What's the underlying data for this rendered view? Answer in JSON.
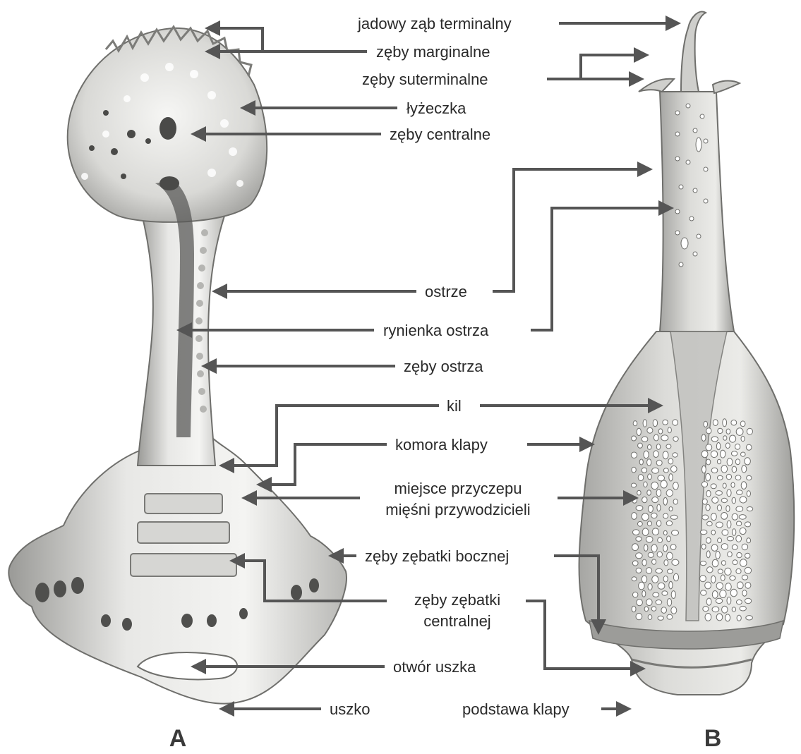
{
  "panels": {
    "a": "A",
    "b": "B"
  },
  "labels": {
    "jadowy_zab": "jadowy ząb terminalny",
    "zeby_marginalne": "zęby marginalne",
    "zeby_suterminalne": "zęby suterminalne",
    "lyzeczka": "łyżeczka",
    "zeby_centralne": "zęby centralne",
    "ostrze": "ostrze",
    "rynienka": "rynienka ostrza",
    "zeby_ostrza": "zęby ostrza",
    "kil": "kil",
    "komora": "komora klapy",
    "miejsce_1": "miejsce przyczepu",
    "miejsce_2": "mięśni przywodzicieli",
    "zebatki_bocznej": "zęby zębatki bocznej",
    "zebatki_centr_1": "zęby zębatki",
    "zebatki_centr_2": "centralnej",
    "otwor": "otwór uszka",
    "uszko": "uszko",
    "podstawa": "podstawa klapy"
  },
  "colors": {
    "line": "#555555",
    "text": "#2a2a2a",
    "ossicle_light": "#f2f2f0",
    "ossicle_mid": "#cfcfcc",
    "ossicle_dark": "#8a8a88",
    "pore": "#ffffff"
  }
}
